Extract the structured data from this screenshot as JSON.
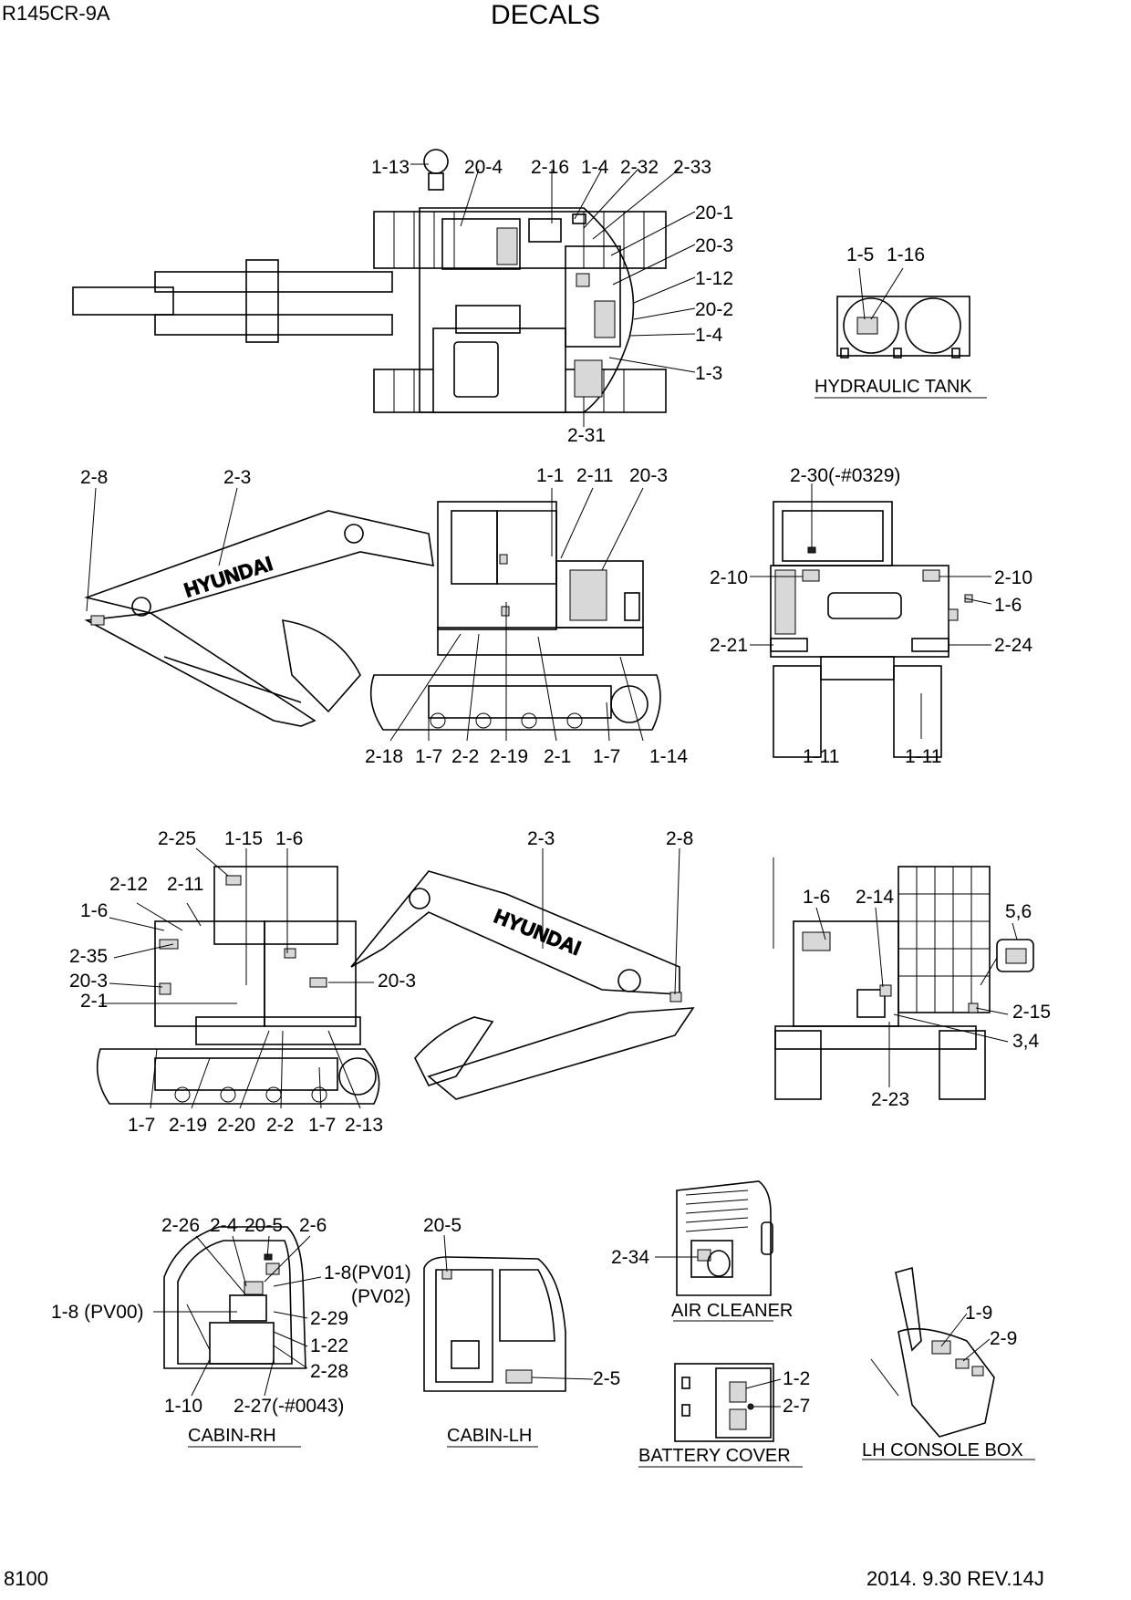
{
  "header": {
    "model": "R145CR-9A",
    "title": "DECALS"
  },
  "footer": {
    "page": "8100",
    "date_rev": "2014. 9.30  REV.14J"
  },
  "views": {
    "top": {
      "labels": [
        "1-13",
        "20-4",
        "2-16",
        "1-4",
        "2-32",
        "2-33",
        "20-1",
        "20-3",
        "1-12",
        "20-2",
        "1-4",
        "1-3",
        "2-31"
      ]
    },
    "hydraulic_tank": {
      "caption": "HYDRAULIC TANK",
      "labels": [
        "1-5",
        "1-16"
      ]
    },
    "side_left": {
      "labels": [
        "2-8",
        "2-3",
        "1-1",
        "2-11",
        "20-3",
        "2-18",
        "1-7",
        "2-2",
        "2-19",
        "2-1",
        "1-7",
        "1-14"
      ],
      "boom_text": "HYUNDAI"
    },
    "rear": {
      "labels": [
        "2-30(-#0329)",
        "2-10",
        "2-10",
        "1-6",
        "2-21",
        "2-24",
        "1-11",
        "1-11"
      ]
    },
    "side_right": {
      "labels": [
        "2-25",
        "1-15",
        "1-6",
        "2-3",
        "2-8",
        "2-12",
        "2-11",
        "1-6",
        "2-35",
        "20-3",
        "20-3",
        "2-1",
        "1-7",
        "2-19",
        "2-20",
        "2-2",
        "1-7",
        "2-13"
      ],
      "boom_text": "HYUNDAI"
    },
    "front": {
      "labels": [
        "1-6",
        "2-14",
        "5,6",
        "2-15",
        "3,4",
        "2-23"
      ]
    },
    "cabin_rh": {
      "caption": "CABIN-RH",
      "labels": [
        "2-26",
        "2-4",
        "20-5",
        "2-6",
        "1-8(PV01)",
        "(PV02)",
        "1-8 (PV00)",
        "2-29",
        "1-22",
        "2-28",
        "1-10",
        "2-27(-#0043)"
      ]
    },
    "cabin_lh": {
      "caption": "CABIN-LH",
      "labels": [
        "20-5",
        "2-5"
      ]
    },
    "air_cleaner": {
      "caption": "AIR CLEANER",
      "labels": [
        "2-34"
      ]
    },
    "battery_cover": {
      "caption": "BATTERY COVER",
      "labels": [
        "1-2",
        "2-7"
      ]
    },
    "lh_console_box": {
      "caption": "LH CONSOLE BOX",
      "labels": [
        "1-9",
        "2-9"
      ]
    }
  }
}
